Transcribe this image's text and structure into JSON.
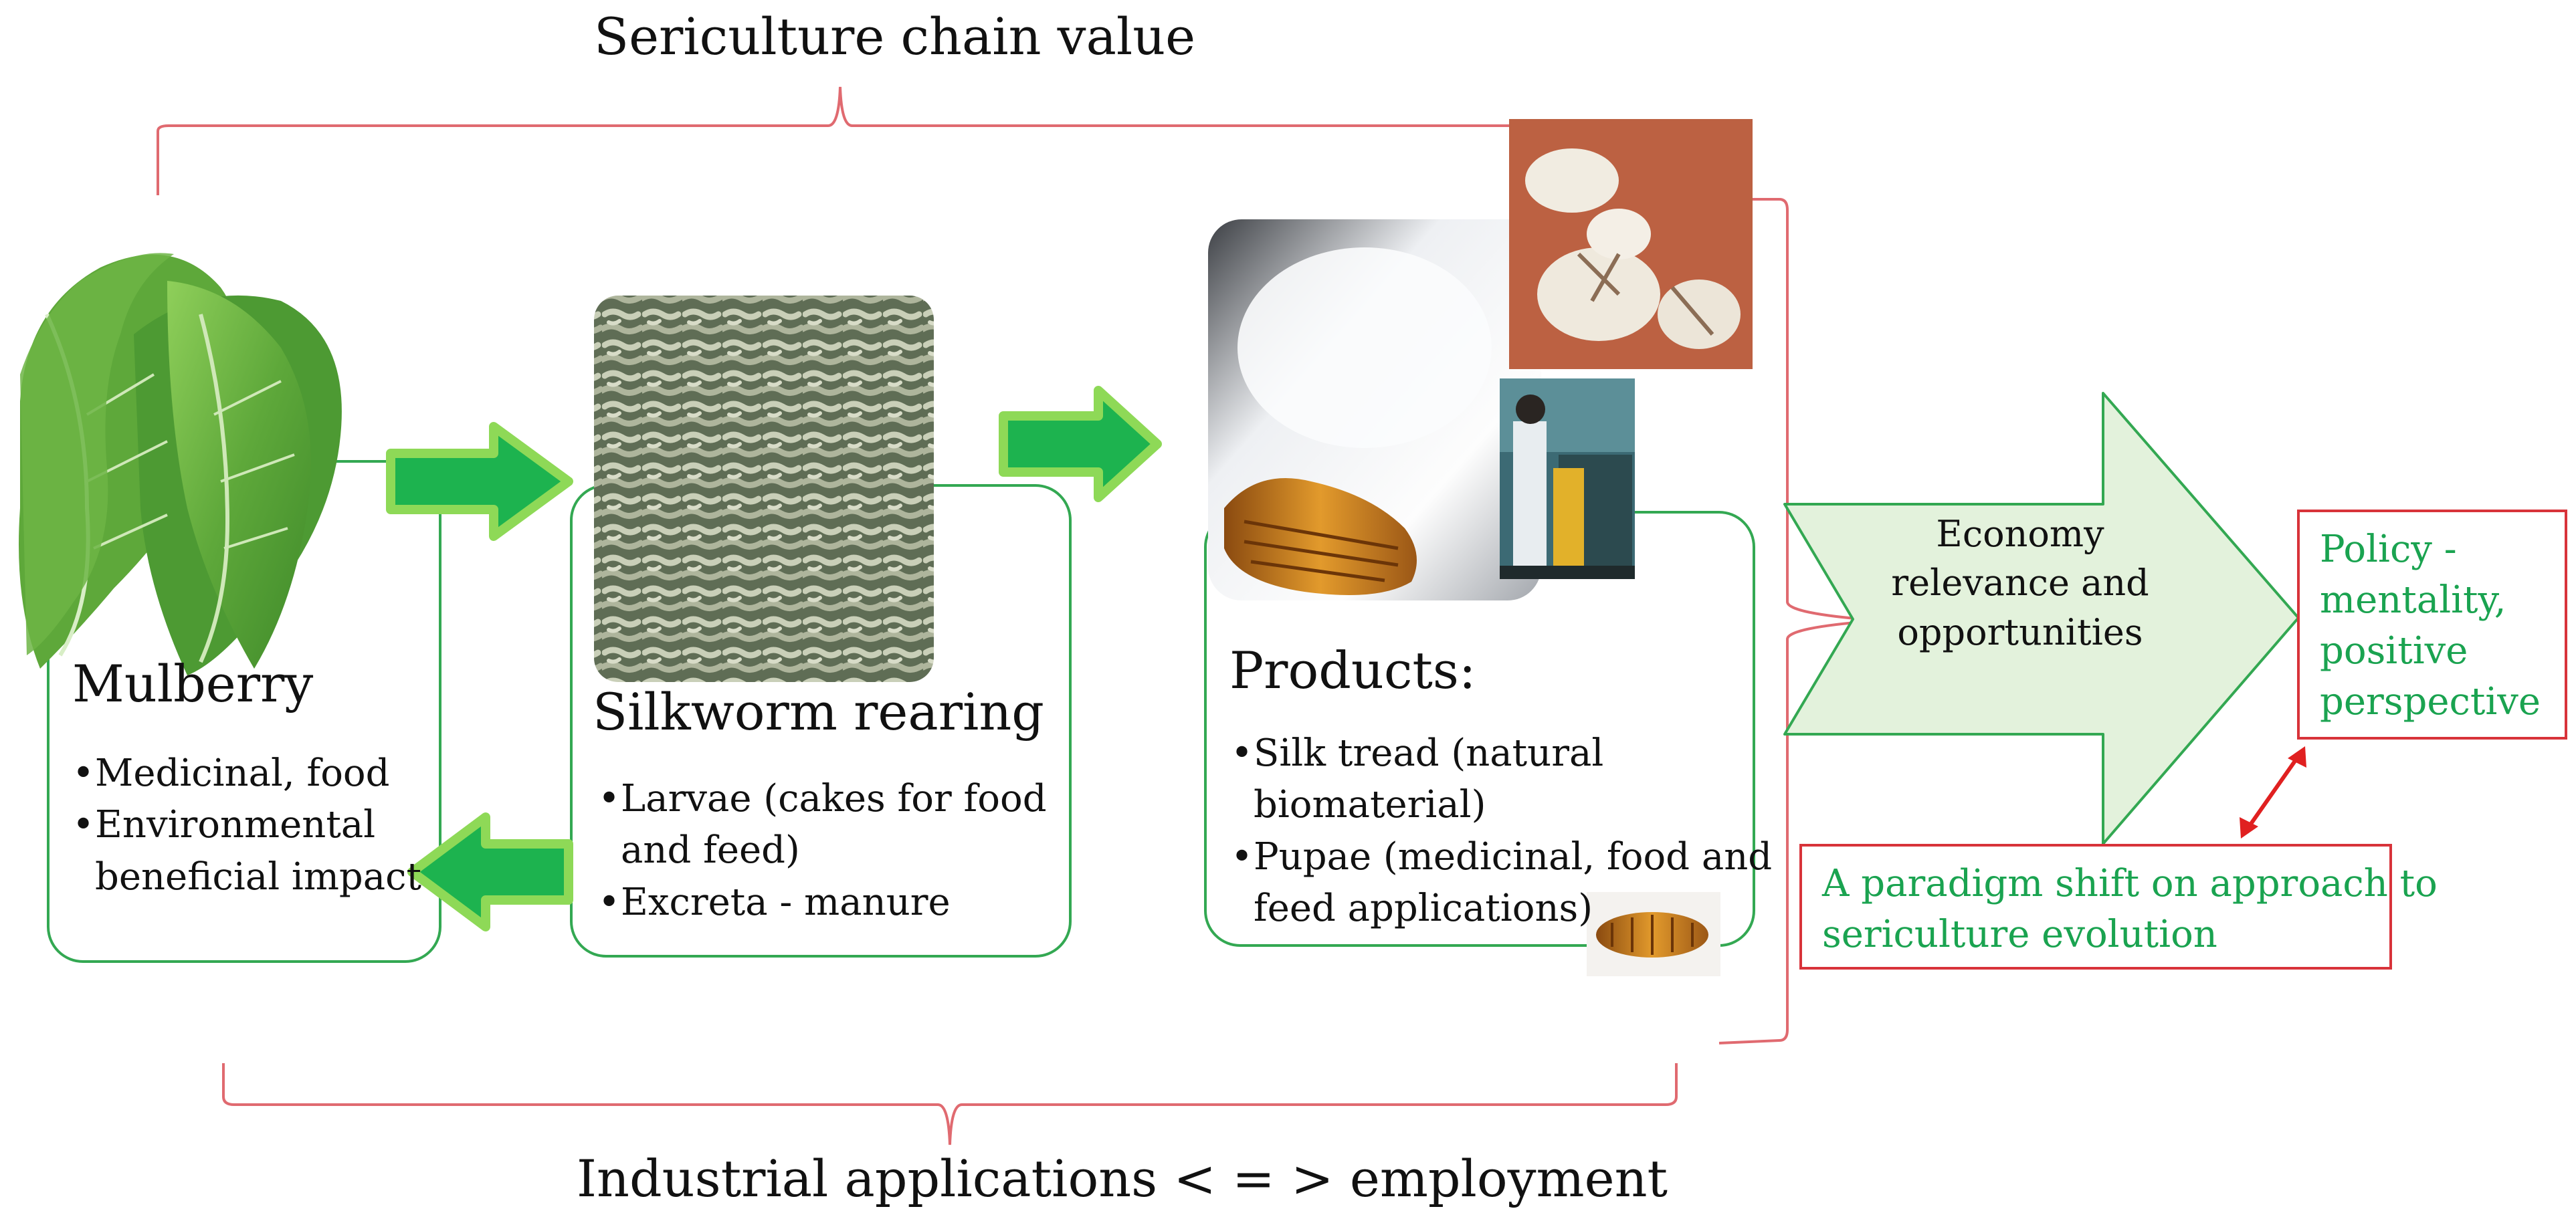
{
  "title_top": "Sericulture chain value",
  "title_bottom": "Industrial applications < = > employment",
  "mulberry": {
    "title": "Mulberry",
    "bullet1": "Medicinal, food",
    "bullet2_line1": "Environmental",
    "bullet2_line2": "beneficial impact"
  },
  "silkworm": {
    "title": "Silkworm rearing",
    "bullet1_line1": "Larvae (cakes for food",
    "bullet1_line2": "and feed)",
    "bullet2": "Excreta - manure"
  },
  "products": {
    "title": "Products:",
    "bullet1_line1": "Silk tread (natural",
    "bullet1_line2": "biomaterial)",
    "bullet2_line1": "Pupae (medicinal, food and",
    "bullet2_line2": "feed applications)"
  },
  "economy": {
    "line1": "Economy",
    "line2": "relevance and",
    "line3": "opportunities"
  },
  "policy": {
    "line1": "Policy -",
    "line2": "mentality,",
    "line3": "positive",
    "line4": "perspective"
  },
  "paradigm": {
    "line1": "A paradigm shift on approach to",
    "line2": "sericulture evolution"
  },
  "colors": {
    "brace_red": "#e06a70",
    "box_green": "#33a852",
    "arrow_green": "#1db34f",
    "arrow_outline": "#8ed957",
    "big_arrow_fill": "#e3f2dc",
    "policy_text": "#1aa350",
    "red_border": "#d8333a"
  }
}
